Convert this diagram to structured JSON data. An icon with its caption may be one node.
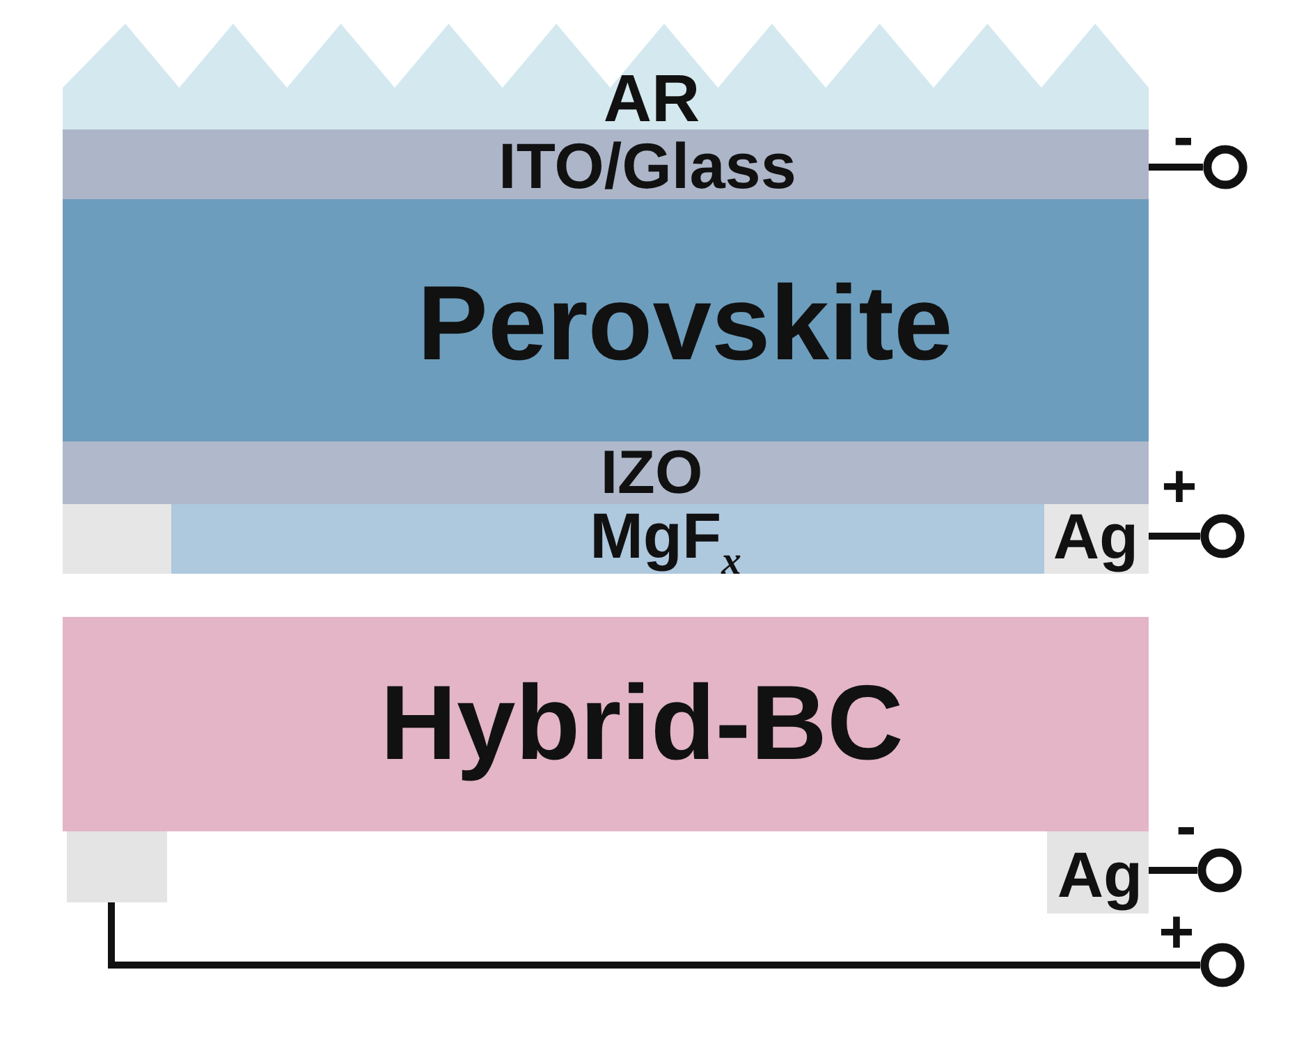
{
  "diagram": {
    "nodes": [
      {
        "text": [
          "AR"
        ]
      },
      {
        "text": [
          "ITO/Glass"
        ]
      },
      {
        "text": [],
        "shape": "circle",
        "beside": [
          "-"
        ]
      },
      {
        "text": [
          "Perovskite"
        ]
      },
      {
        "text": [
          "IZO"
        ]
      },
      {
        "text": [
          "MgF$_{x}$"
        ]
      },
      {
        "text": [],
        "shape": "box",
        "in": 5
      },
      {
        "text": [
          "Ag"
        ],
        "in": 5
      },
      {
        "text": [],
        "shape": "circle",
        "beside": [
          "+"
        ]
      },
      {
        "text": [
          "Hybrid-BC"
        ]
      },
      {
        "text": [],
        "shape": "box"
      },
      {
        "text": [
          "Ag"
        ]
      },
      {
        "text": [],
        "shape": "circle",
        "beside": [
          "-"
        ]
      },
      {
        "text": [],
        "shape": "circle",
        "beside": [
          "+"
        ]
      }
    ],
    "edges": [
      {
        "from": 1,
        "to": 2,
        "arrow": "none"
      },
      {
        "from": 7,
        "to": 8,
        "arrow": "none"
      },
      {
        "from": 11,
        "to": 12,
        "arrow": "none"
      },
      {
        "from": 10,
        "to": 13,
        "arrow": "none"
      }
    ]
  }
}
